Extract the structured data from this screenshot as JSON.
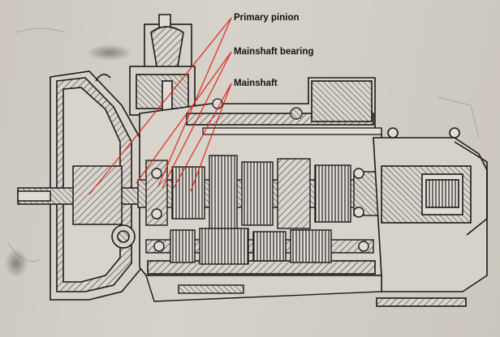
{
  "annotations": {
    "primary_pinion": "Primary pinion",
    "mainshaft_bearing": "Mainshaft bearing",
    "mainshaft": "Mainshaft"
  },
  "colors": {
    "paper": "#d2cdc5",
    "ink": "#1a1a1a",
    "leader_line": "#e0281c",
    "smudge": "#6b665f"
  }
}
